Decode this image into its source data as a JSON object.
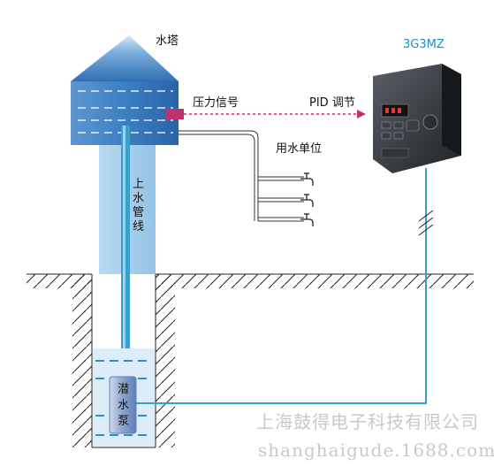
{
  "labels": {
    "water_tower": "水塔",
    "pressure_signal": "压力信号",
    "pid_control": "PID 调节",
    "water_units": "用水单位",
    "inverter_model": "3G3MZ",
    "uphill_pipe": [
      "上",
      "水",
      "管",
      "线"
    ],
    "submersible_pump": [
      "潜",
      "水",
      "泵"
    ]
  },
  "watermark": {
    "line1": "上海鼓得电子科技有限公司",
    "line2": "shanghaigude.1688.com"
  },
  "colors": {
    "tower_dark": "#2f6fb3",
    "tower_light": "#d7e9f8",
    "pipe": "#3a9fc9",
    "signal_line": "#c0306a",
    "sensor": "#c0306a",
    "model_text": "#1a8fcf"
  }
}
